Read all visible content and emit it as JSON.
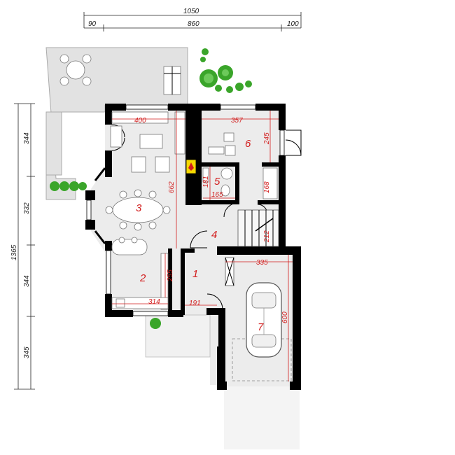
{
  "dimensions": {
    "top_total": "1050",
    "top_left": "90",
    "top_middle": "860",
    "top_right": "100",
    "left_total": "1365",
    "left_1": "344",
    "left_2": "332",
    "left_3": "344",
    "left_4": "345"
  },
  "interior_dims": {
    "living_width": "400",
    "room6_width": "357",
    "room6_height": "245",
    "bath_height_left": "181",
    "bath_height_right": "168",
    "bath_width": "165",
    "hall_height": "662",
    "stair_height": "212",
    "garage_width": "335",
    "garage_height": "600",
    "kitchen_height": "255",
    "kitchen_width": "314",
    "entry_width": "191"
  },
  "rooms": [
    "1",
    "2",
    "3",
    "4",
    "5",
    "6",
    "7"
  ],
  "colors": {
    "walls": "#000000",
    "floor": "#ececec",
    "dimension_red": "#d21d1d",
    "fireplace": "#f5d800",
    "plants": "#3aa52a"
  },
  "icons": [
    "tree-icon",
    "car-icon",
    "fireplace-icon",
    "table-icon",
    "sofa-icon",
    "bed-icon"
  ]
}
